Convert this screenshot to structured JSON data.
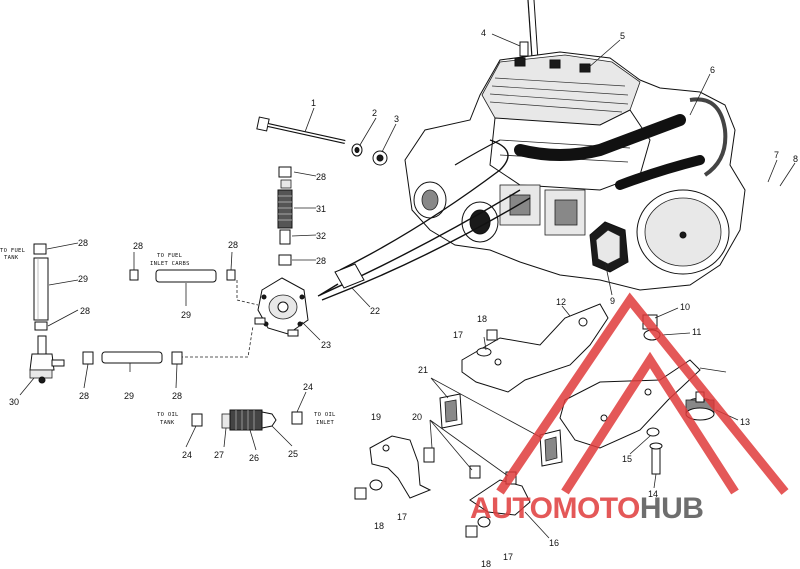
{
  "callouts": [
    {
      "id": "c1",
      "text": "1"
    },
    {
      "id": "c2",
      "text": "2"
    },
    {
      "id": "c3",
      "text": "3"
    },
    {
      "id": "c4",
      "text": "4"
    },
    {
      "id": "c5",
      "text": "5"
    },
    {
      "id": "c6",
      "text": "6"
    },
    {
      "id": "c7",
      "text": "7"
    },
    {
      "id": "c8",
      "text": "8"
    },
    {
      "id": "c9",
      "text": "9"
    },
    {
      "id": "c10",
      "text": "10"
    },
    {
      "id": "c11",
      "text": "11"
    },
    {
      "id": "c12",
      "text": "12"
    },
    {
      "id": "c13",
      "text": "13"
    },
    {
      "id": "c14",
      "text": "14"
    },
    {
      "id": "c15",
      "text": "15"
    },
    {
      "id": "c16",
      "text": "16"
    },
    {
      "id": "c17",
      "text": "17"
    },
    {
      "id": "c18",
      "text": "18"
    },
    {
      "id": "c19",
      "text": "19"
    },
    {
      "id": "c20",
      "text": "20"
    },
    {
      "id": "c21",
      "text": "21"
    },
    {
      "id": "c22",
      "text": "22"
    },
    {
      "id": "c23",
      "text": "23"
    },
    {
      "id": "c24",
      "text": "24"
    },
    {
      "id": "c25",
      "text": "25"
    },
    {
      "id": "c26",
      "text": "26"
    },
    {
      "id": "c27",
      "text": "27"
    },
    {
      "id": "c28",
      "text": "28"
    },
    {
      "id": "c29",
      "text": "29"
    },
    {
      "id": "c30",
      "text": "30"
    },
    {
      "id": "c31",
      "text": "31"
    },
    {
      "id": "c32",
      "text": "32"
    }
  ],
  "labels": {
    "to_fuel_tank": [
      "TO FUEL",
      "TANK"
    ],
    "to_fuel_inlet_carbs": [
      "TO FUEL",
      "INLET CARBS"
    ],
    "to_oil_tank": [
      "TO OIL",
      "TANK"
    ],
    "to_oil_inlet": [
      "TO OIL",
      "INLET"
    ]
  },
  "watermark": {
    "brand_auto": "AUTO",
    "brand_moto": "MOTO",
    "brand_hub": "HUB",
    "color_red": "#e03b3b",
    "color_gray": "#555555"
  }
}
